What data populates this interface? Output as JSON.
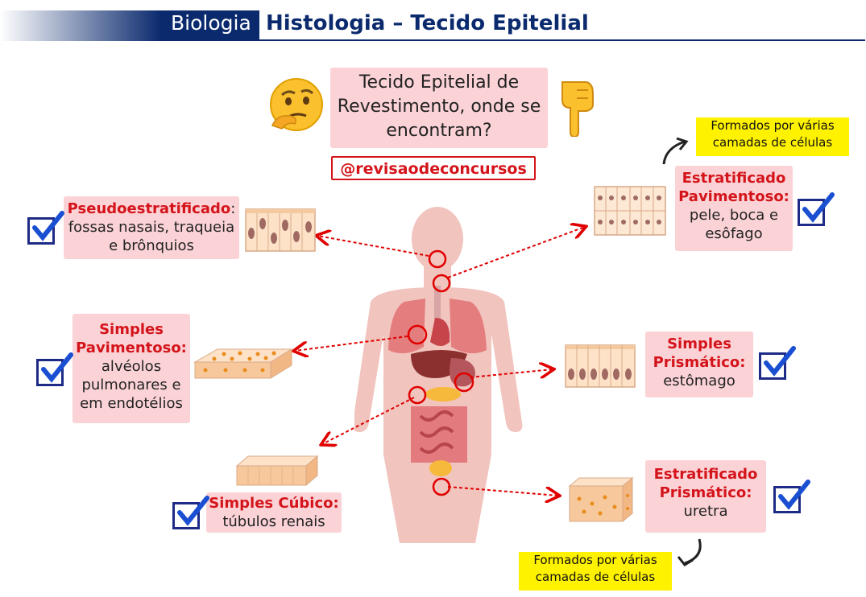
{
  "header": {
    "subject": "Biologia",
    "title": "Histologia – Tecido Epitelial"
  },
  "question": {
    "text": "Tecido Epitelial de Revestimento, onde se encontram?"
  },
  "handle": "@revisaodeconcursos",
  "notes": {
    "top": "Formados por várias camadas de células",
    "bottom": "Formados por várias camadas de células"
  },
  "tissues": [
    {
      "id": "pseudo",
      "title": "Pseudoestratificado",
      "suffix": ":",
      "text": "fossas nasais, traqueia e brônquios"
    },
    {
      "id": "simples-pav",
      "title": "Simples Pavimentoso:",
      "suffix": "",
      "text": "alvéolos pulmonares e em endotélios"
    },
    {
      "id": "simples-cub",
      "title": "Simples Cúbico:",
      "suffix": "",
      "text": "túbulos renais"
    },
    {
      "id": "estrat-pav",
      "title": "Estratificado Pavimentoso:",
      "suffix": "",
      "text": "pele, boca e esôfago"
    },
    {
      "id": "simples-pri",
      "title": "Simples Prismático:",
      "suffix": "",
      "text": "estômago"
    },
    {
      "id": "estrat-pri",
      "title": "Estratificado Prismático:",
      "suffix": "",
      "text": "uretra"
    }
  ],
  "colors": {
    "accent": "#d4141b",
    "navy": "#0b2a6e",
    "box": "#fbd3d6",
    "note": "#fff200"
  },
  "icons": [
    "thinking-face-icon",
    "pointing-down-icon",
    "checkbox-checked-icon",
    "curved-arrow-icon"
  ]
}
